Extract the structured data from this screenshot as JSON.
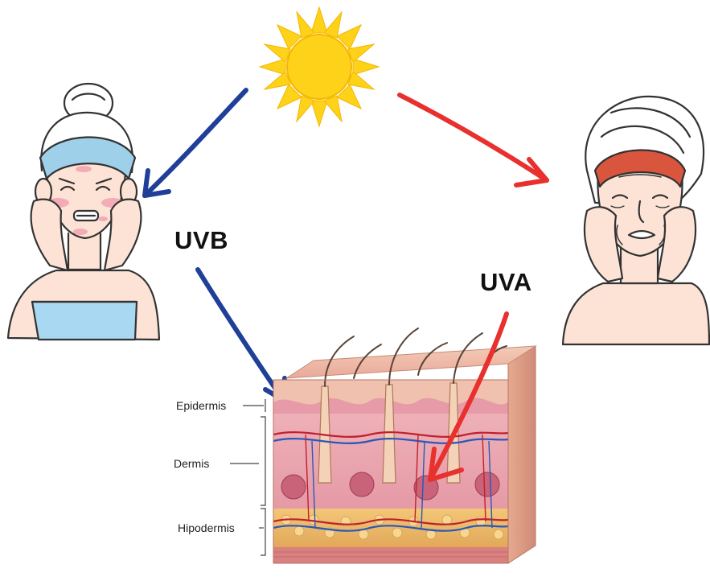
{
  "labels": {
    "uvb": "UVB",
    "uva": "UVA"
  },
  "skin_layers": {
    "epidermis": "Epidermis",
    "dermis": "Dermis",
    "hypodermis": "Hipodermis"
  },
  "colors": {
    "uvb_arrow": "#1f3f99",
    "uva_arrow": "#e8312f",
    "sun": "#ffd21a",
    "sun_outline": "#f0a800",
    "young_headband": "#9fd0ea",
    "old_headband": "#d9553e",
    "skin_tone": "#fde3d6"
  },
  "icons": {
    "sun": "sun-icon",
    "young_face": "sunburned-woman-illustration",
    "old_face": "aged-woman-illustration",
    "skin": "skin-cross-section-illustration"
  }
}
